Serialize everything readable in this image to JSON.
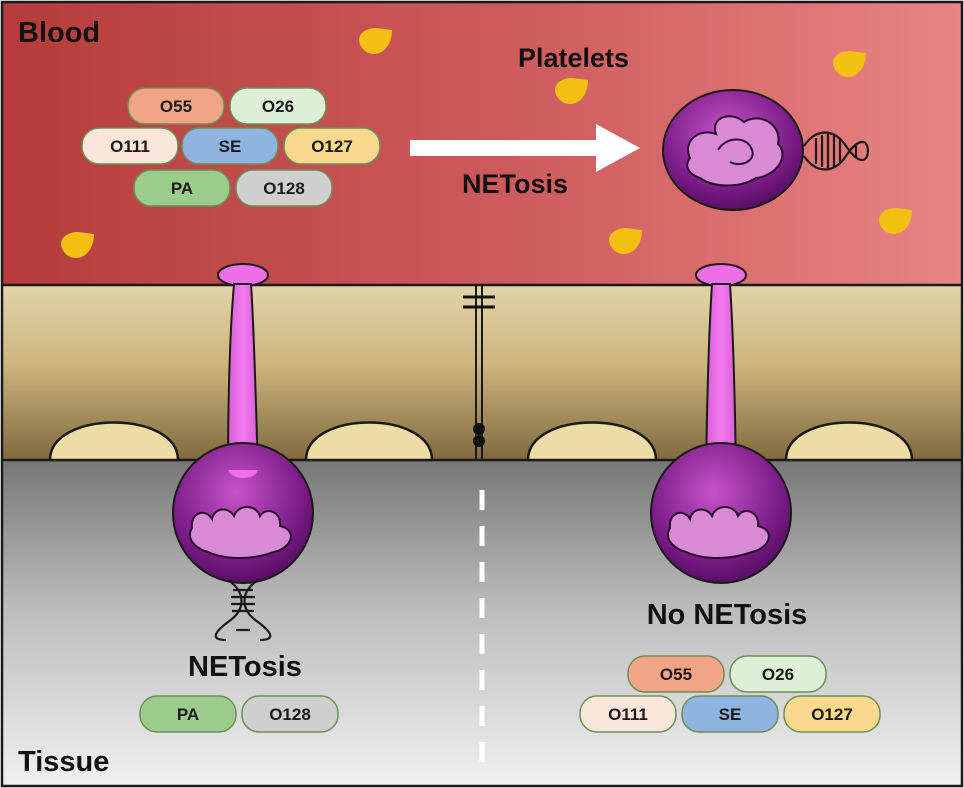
{
  "regions": {
    "blood_label": "Blood",
    "tissue_label": "Tissue"
  },
  "blood": {
    "platelets_label": "Platelets",
    "netosis_label": "NETosis",
    "serotypes": [
      {
        "label": "O55",
        "color": "#F4A486"
      },
      {
        "label": "O26",
        "color": "#DDF0D6"
      },
      {
        "label": "O111",
        "color": "#FCE6DA"
      },
      {
        "label": "SE",
        "color": "#8FB4E2"
      },
      {
        "label": "O127",
        "color": "#FAD88C"
      },
      {
        "label": "PA",
        "color": "#9CCB8C"
      },
      {
        "label": "O128",
        "color": "#CFCFCF"
      }
    ]
  },
  "tissue_left": {
    "label": "NETosis",
    "serotypes": [
      {
        "label": "PA",
        "color": "#9CCB8C"
      },
      {
        "label": "O128",
        "color": "#CFCFCF"
      }
    ]
  },
  "tissue_right": {
    "label": "No NETosis",
    "serotypes": [
      {
        "label": "O55",
        "color": "#F4A486"
      },
      {
        "label": "O26",
        "color": "#DDF0D6"
      },
      {
        "label": "O111",
        "color": "#FCE6DA"
      },
      {
        "label": "SE",
        "color": "#8FB4E2"
      },
      {
        "label": "O127",
        "color": "#FAD88C"
      }
    ]
  },
  "colors": {
    "neutrophil": "#EE6EEA",
    "nucleus": "#D98AD6",
    "platelet": "#F2BF12"
  },
  "icons": [
    "platelet-icon",
    "neutrophil-icon",
    "dna-helix-icon",
    "arrow-icon",
    "tight-junction-icon"
  ]
}
